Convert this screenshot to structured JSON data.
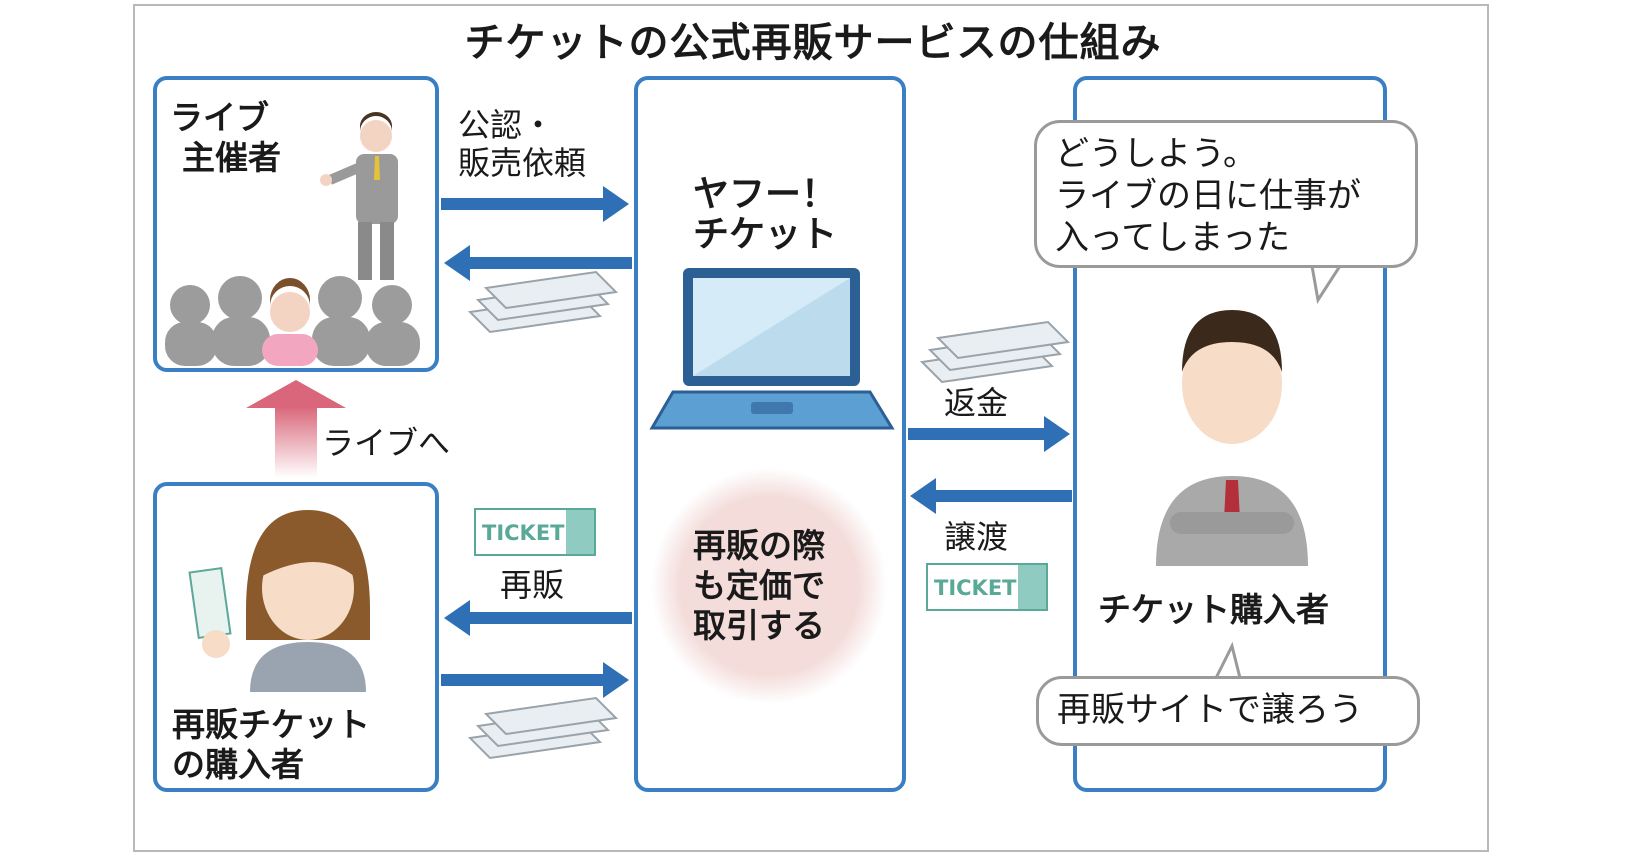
{
  "title": "チケットの公式再販サービスの仕組み",
  "organizer": {
    "line1": "ライブ",
    "line2": "主催者"
  },
  "arrow_top": {
    "line1": "公認・",
    "line2": "販売依頼"
  },
  "center_box": {
    "line1": "ヤフー！",
    "line2": "チケット"
  },
  "center_circle": {
    "line1": "再販の際",
    "line2": "も定価で",
    "line3": "取引する"
  },
  "to_live": "ライブへ",
  "resale_buyer": {
    "line1": "再販チケット",
    "line2": "の購入者"
  },
  "resale_label": "再販",
  "ticket_text": "TICKET",
  "refund_label": "返金",
  "transfer_label": "譲渡",
  "ticket_buyer": "チケット購入者",
  "bubble_top": {
    "line1": "どうしよう。",
    "line2": "ライブの日に仕事が",
    "line3": "入ってしまった"
  },
  "bubble_bottom": "再販サイトで譲ろう",
  "colors": {
    "box_border": "#3a7fc4",
    "arrow_blue": "#2f6fb5",
    "arrow_pink": "#d9667a",
    "circle": "#f3dcda"
  }
}
